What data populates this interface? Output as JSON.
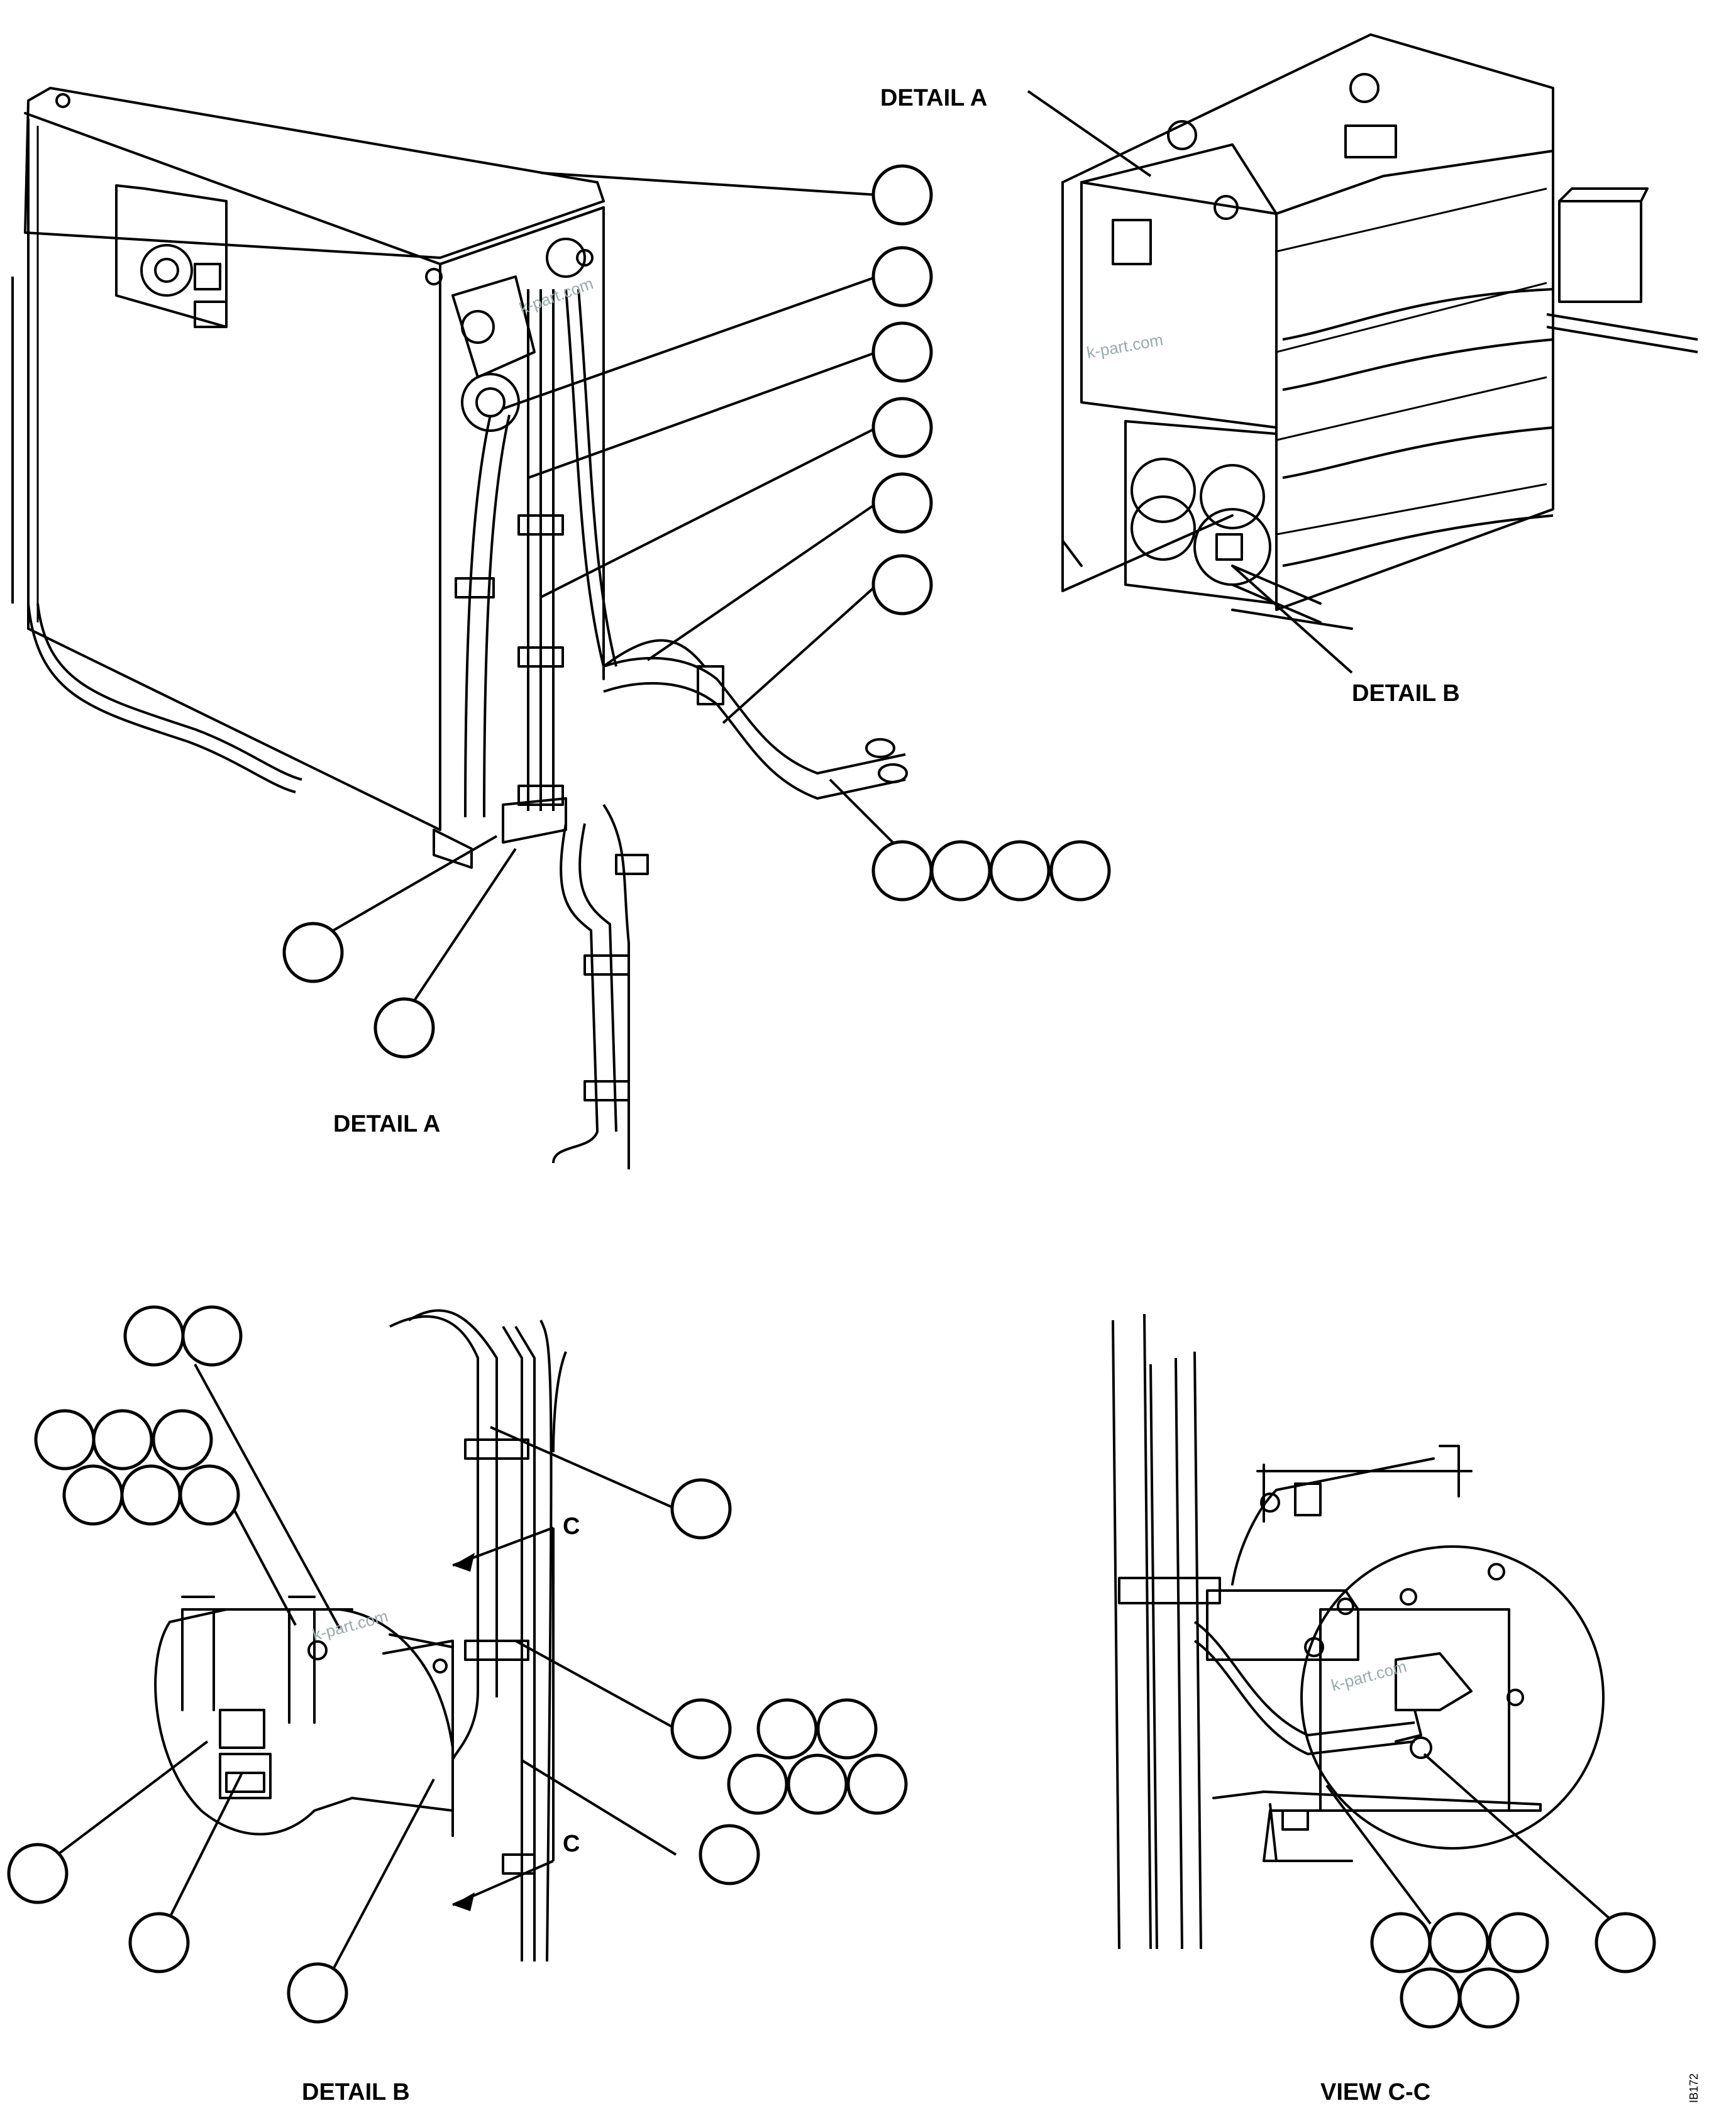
{
  "labels": {
    "detail_a_top": "DETAIL A",
    "detail_a_bottom": "DETAIL A",
    "detail_b_right": "DETAIL B",
    "detail_b_bottom": "DETAIL B",
    "view_cc": "VIEW C-C",
    "section_c_upper": "C",
    "section_c_lower": "C",
    "drawing_id": "IB172"
  },
  "watermarks": [
    "k-part.com",
    "k-part.com",
    "k-part.com",
    "k-part.com"
  ],
  "colors": {
    "line": "#000000",
    "background": "#ffffff",
    "watermark": "#99aaaa"
  }
}
